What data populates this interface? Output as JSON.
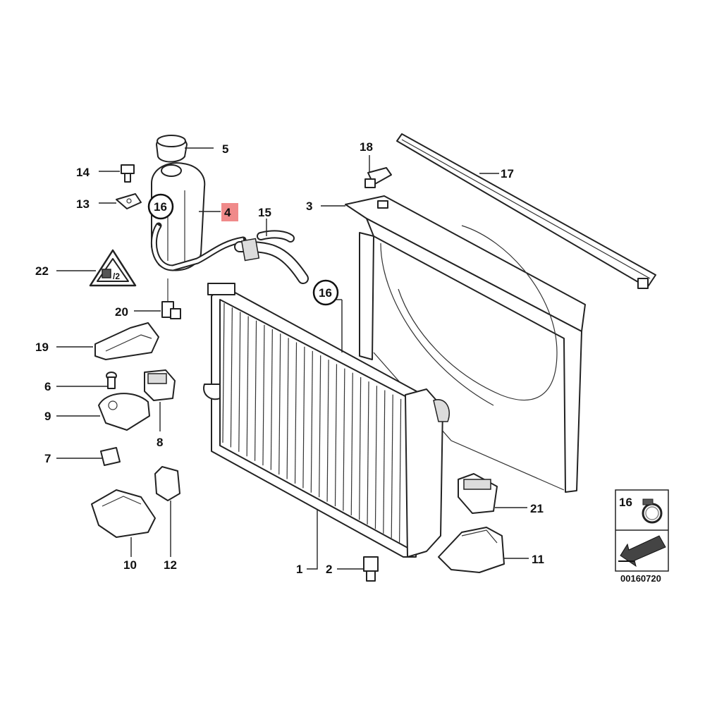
{
  "callouts": {
    "c1": "1",
    "c2": "2",
    "c3": "3",
    "c4": "4",
    "c5": "5",
    "c6": "6",
    "c7": "7",
    "c8": "8",
    "c9": "9",
    "c10": "10",
    "c11": "11",
    "c12": "12",
    "c13": "13",
    "c14": "14",
    "c15": "15",
    "c16a": "16",
    "c16b": "16",
    "c17": "17",
    "c18": "18",
    "c19": "19",
    "c20": "20",
    "c21": "21",
    "c22": "22"
  },
  "legend": {
    "callout": "16",
    "code": "00160720"
  },
  "highlight_color": "#f08a8a"
}
